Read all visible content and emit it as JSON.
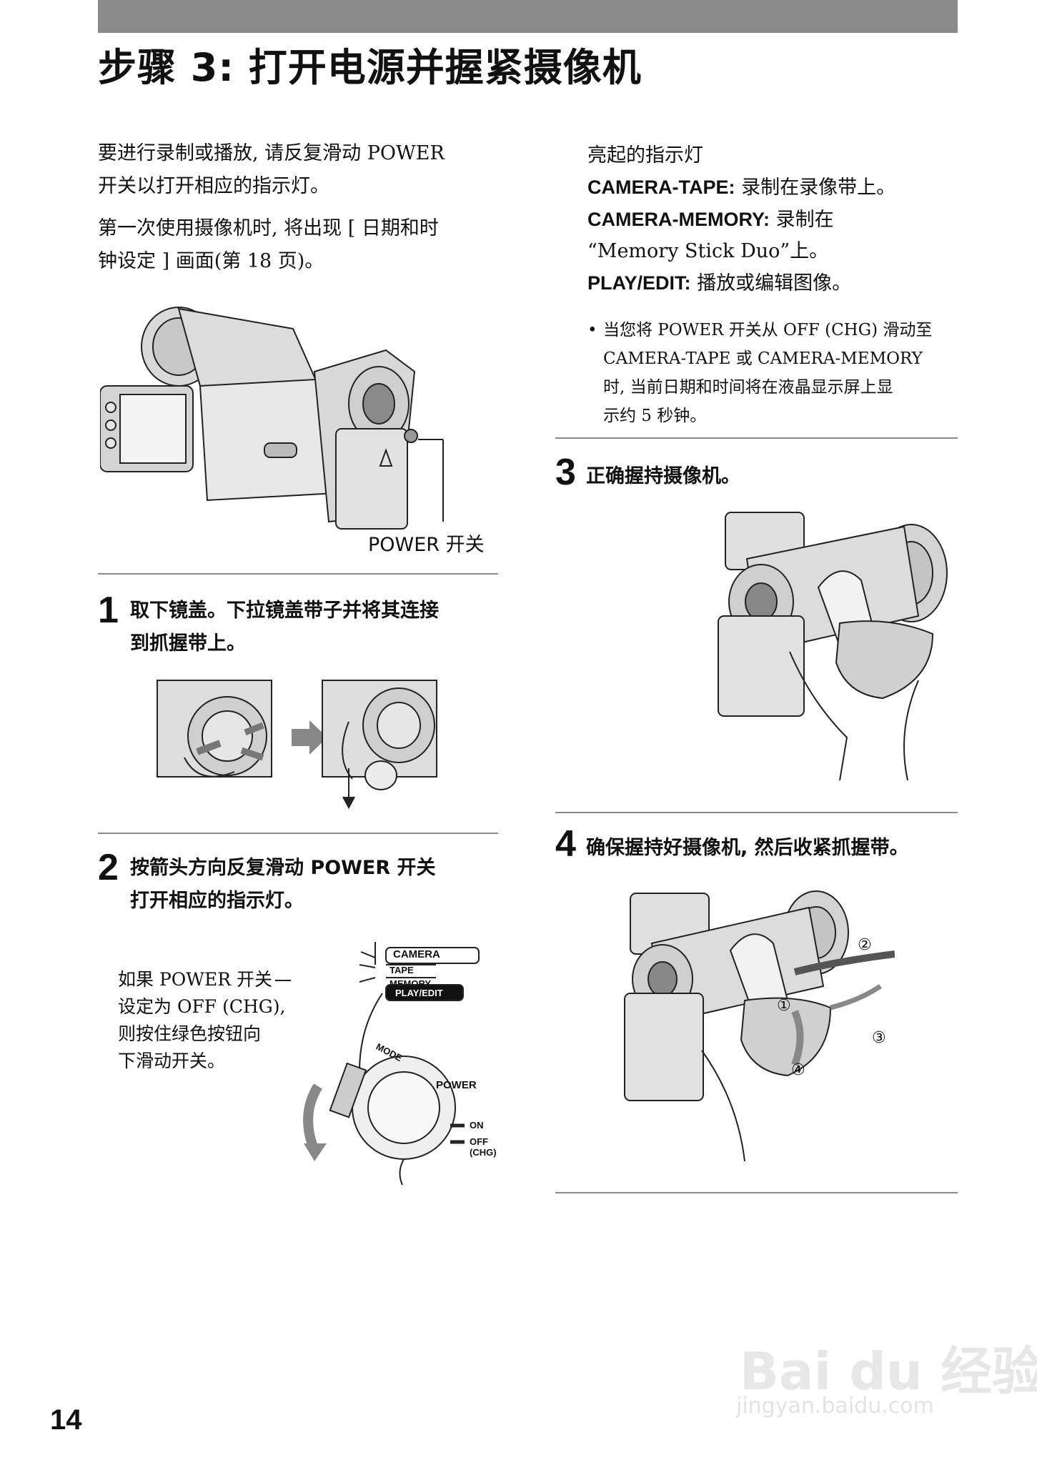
{
  "page": {
    "title": "步骤 3: 打开电源并握紧摄像机",
    "page_number": "14"
  },
  "intro": {
    "p1_line1": "要进行录制或播放, 请反复滑动 POWER",
    "p1_line2": "开关以打开相应的指示灯。",
    "p2_line1": "第一次使用摄像机时, 将出现 [ 日期和时",
    "p2_line2": "钟设定 ] 画面(第 18 页)。"
  },
  "figure_main": {
    "caption": "POWER 开关"
  },
  "step1": {
    "number": "1",
    "line1": "取下镜盖。下拉镜盖带子并将其连接",
    "line2": "到抓握带上。"
  },
  "step2": {
    "number": "2",
    "line1": "按箭头方向反复滑动 POWER 开关",
    "line2": "打开相应的指示灯。",
    "note_line1": "如果 POWER 开关",
    "note_line2": "设定为 OFF (CHG),",
    "note_line3": "则按住绿色按钮向",
    "note_line4": "下滑动开关。",
    "switch": {
      "camera": "CAMERA",
      "tape": "TAPE",
      "memory": "MEMORY",
      "play_edit": "PLAY/EDIT",
      "mode": "MODE",
      "power": "POWER",
      "on": "ON",
      "off": "OFF (CHG)"
    }
  },
  "lamps": {
    "heading": "亮起的指示灯",
    "tape_term": "CAMERA-TAPE:",
    "tape_desc": "录制在录像带上。",
    "memory_term": "CAMERA-MEMORY:",
    "memory_desc": "录制在",
    "memory_desc2": "“Memory Stick Duo”上。",
    "play_term": "PLAY/EDIT:",
    "play_desc": "播放或编辑图像。",
    "bullet": "•",
    "note_line1": "当您将 POWER 开关从 OFF (CHG) 滑动至",
    "note_line2": "CAMERA-TAPE  或  CAMERA-MEMORY",
    "note_line3": "时, 当前日期和时间将在液晶显示屏上显",
    "note_line4": "示约 5 秒钟。"
  },
  "step3": {
    "number": "3",
    "text": "正确握持摄像机。"
  },
  "step4": {
    "number": "4",
    "text": "确保握持好摄像机, 然后收紧抓握带。",
    "markers": [
      "①",
      "②",
      "③",
      "④"
    ]
  },
  "watermark": {
    "logo": "Bai du 经验",
    "url": "jingyan.baidu.com"
  }
}
